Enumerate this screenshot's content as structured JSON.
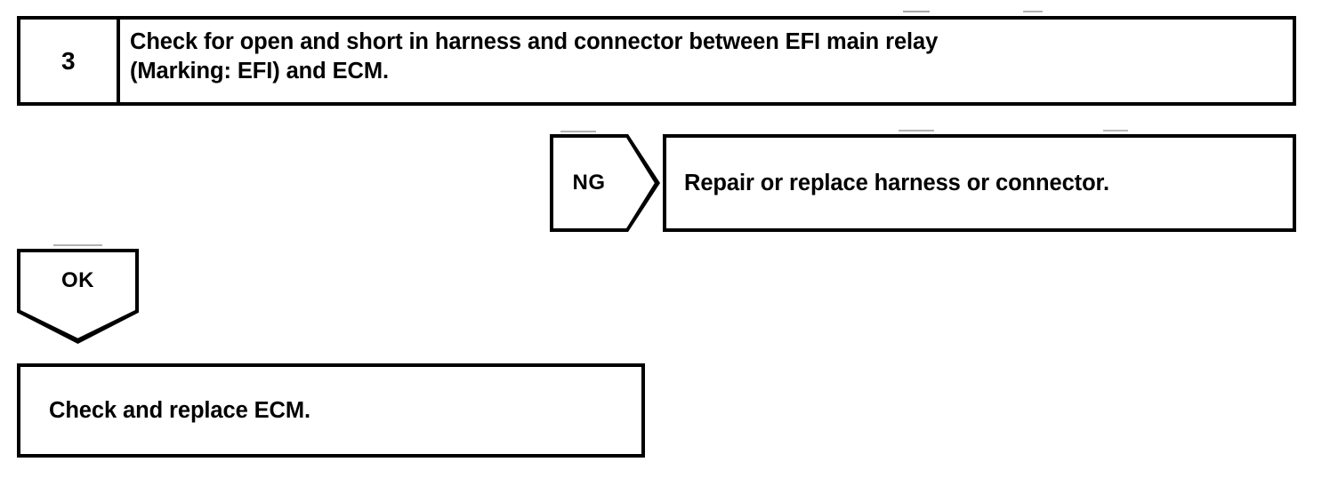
{
  "document": {
    "type": "automotive-diagnostic-flowchart",
    "background_color": "#ffffff",
    "line_color": "#000000"
  },
  "step": {
    "number": "3",
    "instruction": "Check for open and short in harness and connector between EFI main relay\n(Marking: EFI) and ECM."
  },
  "branches": {
    "ng": {
      "tag_label": "NG",
      "tag_shape": "pentagon-arrow-right",
      "result_text": "Repair or replace harness or connector."
    },
    "ok": {
      "tag_label": "OK",
      "tag_shape": "pentagon-point-down",
      "result_text": "Check and replace ECM."
    }
  }
}
